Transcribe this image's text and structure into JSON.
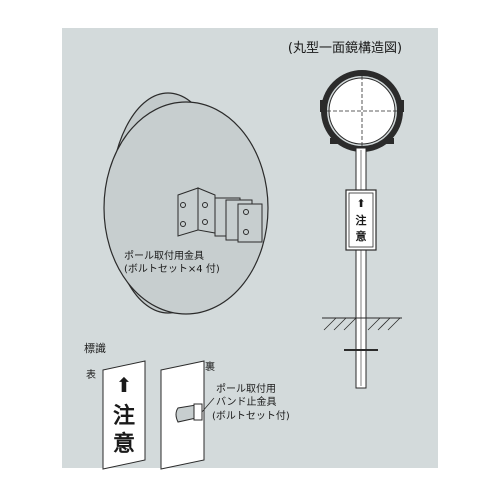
{
  "diagram": {
    "title": "(丸型一面鏡構造図)",
    "mount_label_line1": "ポール取付用金具",
    "mount_label_line2": "(ボルトセット×4 付)",
    "sign_heading": "標識",
    "front_label": "表",
    "back_label": "裏",
    "sign_arrow_glyph": "⬆",
    "sign_text": "注意",
    "band_label_line1": "ポール取付用",
    "band_label_line2": "バンド止金具",
    "band_label_line3": "(ボルトセット付)"
  },
  "colors": {
    "background": "#d3dadb",
    "mirror_fill": "#c7cecf",
    "line": "#2b2b2b",
    "sign_face": "#ffffff"
  }
}
